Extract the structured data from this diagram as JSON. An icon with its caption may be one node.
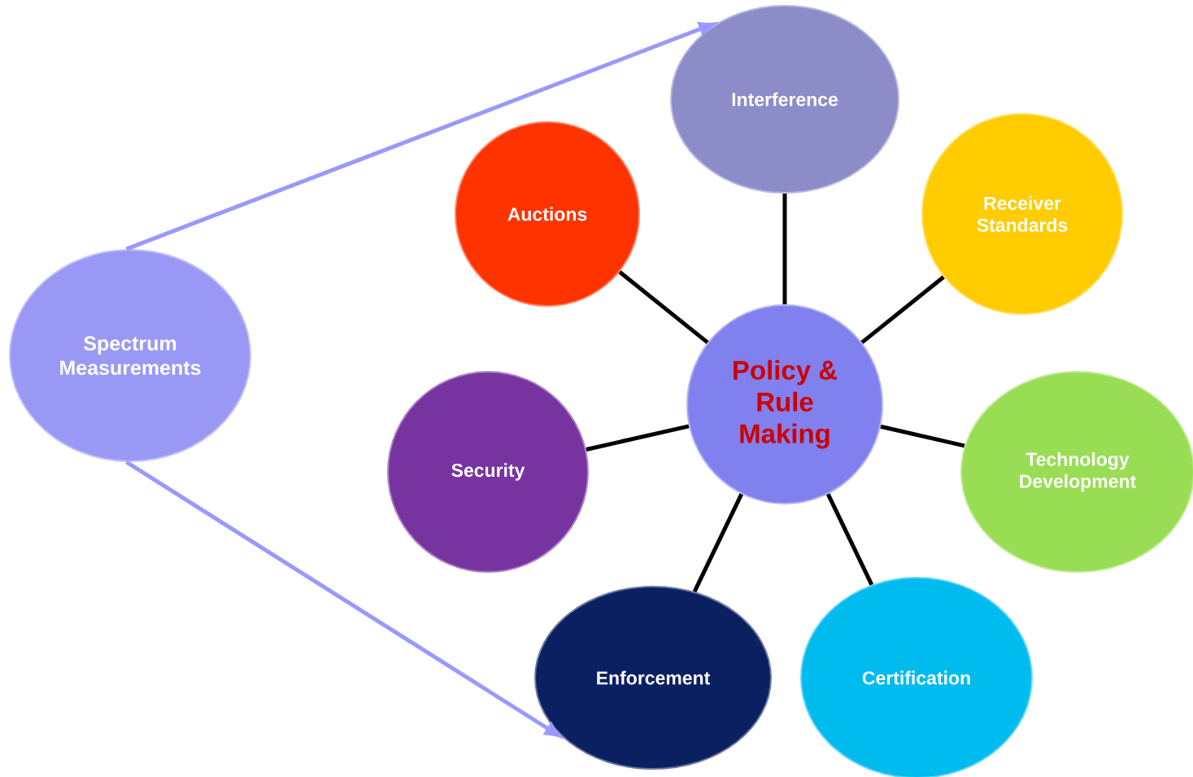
{
  "diagram": {
    "nodes": [
      {
        "text": [
          "Spectrum Measurements"
        ]
      },
      {
        "text": [
          "Interference"
        ]
      },
      {
        "text": [
          "Auctions"
        ]
      },
      {
        "text": [
          "Receiver Standards"
        ]
      },
      {
        "text": [
          "Policy & Rule Making"
        ]
      },
      {
        "text": [
          "Security"
        ]
      },
      {
        "text": [
          "Technology Development"
        ]
      },
      {
        "text": [
          "Enforcement"
        ]
      },
      {
        "text": [
          "Certification"
        ]
      }
    ],
    "edges": [
      {
        "from": 0,
        "to": 1,
        "arrow": "to",
        "color": "#9999ff"
      },
      {
        "from": 0,
        "to": 7,
        "arrow": "to",
        "color": "#9999ff"
      },
      {
        "from": 4,
        "to": 1,
        "arrow": "none"
      },
      {
        "from": 4,
        "to": 2,
        "arrow": "none"
      },
      {
        "from": 4,
        "to": 3,
        "arrow": "none"
      },
      {
        "from": 4,
        "to": 5,
        "arrow": "none"
      },
      {
        "from": 4,
        "to": 6,
        "arrow": "none"
      },
      {
        "from": 4,
        "to": 7,
        "arrow": "none"
      },
      {
        "from": 4,
        "to": 8,
        "arrow": "none"
      }
    ]
  }
}
